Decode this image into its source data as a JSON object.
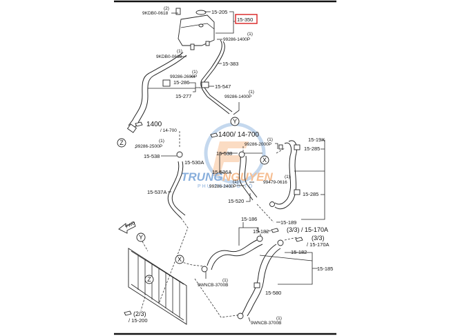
{
  "diagram": {
    "title_part": "15-350",
    "highlight_color": "#d81e1e",
    "watermark": {
      "brand_a": "TRUNG",
      "brand_b": "NGUYEN",
      "subtitle": "PHỤ TÙNG Ô TÔ",
      "color_blue": "#2a6fc0",
      "color_orange": "#f08a3a"
    },
    "direction_label": "FWD",
    "markers": {
      "x": "X",
      "y": "Y",
      "z": "Z"
    },
    "labels": {
      "bolt_top_qty": "(2)",
      "bolt_top": "9KDB0-0618",
      "cap": "15-205",
      "reservoir": "15-350",
      "clamp_1400_qty": "(1)",
      "clamp_1400": "99286-1400P",
      "bolt_lower_qty": "(1)",
      "bolt_lower": "9KDB0-0618",
      "overflow_hose": "15-383",
      "clamp_2600_qty": "(1)",
      "clamp_2600": "99286-2600P",
      "clamp_286": "15-286",
      "upper_hose": "15-277",
      "clip_547": "15-547",
      "clamp_1400b_qty": "(1)",
      "clamp_1400b": "99286-1400P",
      "ref_1400_a": "1400",
      "ref_14700_a": "/ 14-700",
      "clamp_2500_qty": "(1)",
      "clamp_2500": "99286-2500P",
      "pipe_538_left": "15-538",
      "hose_537a": "15-537A",
      "ref_1400_b": "1400/ 14-700",
      "clamp_2000_qty": "(1)",
      "clamp_2000": "99286-2000P",
      "pipe_538_right": "15-538",
      "assy_530a": "15-530A",
      "hose_536a": "15-536A",
      "clamp_2400_qty": "(1)",
      "clamp_2400": "99286-2400P",
      "bolt_99479_qty": "(1)",
      "bolt_99479": "99479-0616",
      "pipe_520": "15-520",
      "assy_19x": "15-19X",
      "clip_285_a": "15-285",
      "clip_285_b": "15-285",
      "hose_189": "15-189",
      "hose_186": "15-186",
      "clamp_182_a": "15-182",
      "ref_33_a": "(3/3) / 15-170A",
      "ref_33_b": "(3/3)",
      "ref_170a_b": "/ 15-170A",
      "clamp_182_b": "15-182",
      "hose_185": "15-185",
      "clamp_3700_a_qty": "(1)",
      "clamp_3700_a": "9WNCB-3700B",
      "clip_580": "15-580",
      "clamp_3700_b_qty": "(1)",
      "clamp_3700_b": "9WNCB-3700B",
      "ref_23": "(2/3)",
      "ref_15200": "/ 15-200"
    }
  }
}
